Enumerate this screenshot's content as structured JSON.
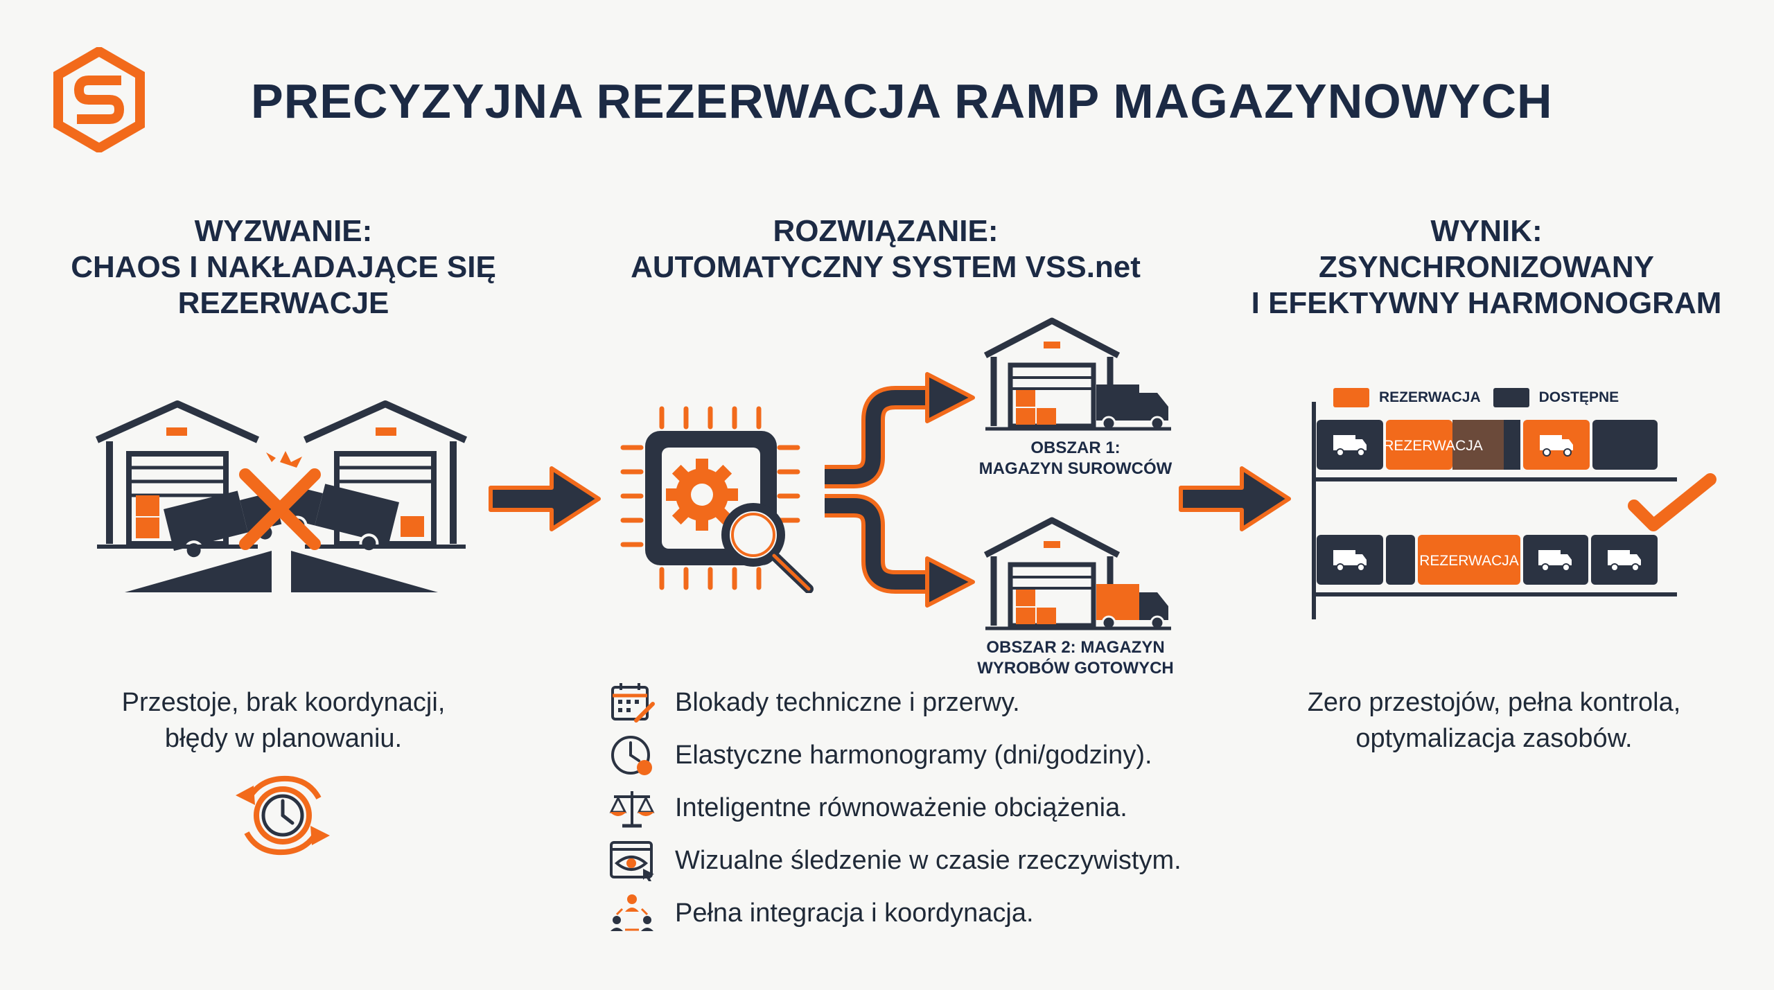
{
  "title": "PRECYZYJNA REZERWACJA RAMP MAGAZYNOWYCH",
  "colors": {
    "navy": "#2b3342",
    "orange": "#f26a1b",
    "background": "#f7f7f5"
  },
  "logo": {
    "icon": "hexagon-s-logo-icon"
  },
  "challenge": {
    "heading": [
      "WYZWANIE:",
      "CHAOS I NAKŁADAJĄCE SIĘ",
      "REZERWACJE"
    ],
    "description": [
      "Przestoje, brak koordynacji,",
      "błędy w planowaniu."
    ],
    "icons": [
      "two-warehouses-collision-icon",
      "clock-cycle-icon"
    ]
  },
  "solution": {
    "heading": [
      "ROZWIĄZANIE:",
      "AUTOMATYCZNY SYSTEM VSS.net"
    ],
    "icons": [
      "processor-gear-search-icon"
    ],
    "targets": [
      {
        "label": [
          "OBSZAR 1:",
          "MAGAZYN SUROWCÓW"
        ],
        "icon": "warehouse-truck-icon"
      },
      {
        "label": [
          "OBSZAR 2: MAGAZYN",
          "WYROBÓW GOTOWYCH"
        ],
        "icon": "warehouse-truck-icon"
      }
    ],
    "features": [
      {
        "icon": "calendar-tools-icon",
        "text": "Blokady techniczne i przerwy."
      },
      {
        "icon": "clock-icon",
        "text": "Elastyczne harmonogramy (dni/godziny)."
      },
      {
        "icon": "balance-scale-icon",
        "text": "Inteligentne równoważenie obciążenia."
      },
      {
        "icon": "eye-screen-icon",
        "text": "Wizualne śledzenie w czasie rzeczywistym."
      },
      {
        "icon": "team-network-icon",
        "text": "Pełna integracja i koordynacja."
      }
    ]
  },
  "result": {
    "heading": [
      "WYNIK:",
      "ZSYNCHRONIZOWANY",
      "I EFEKTYWNY HARMONOGRAM"
    ],
    "legend": [
      {
        "label": "REZERWACJA",
        "color": "#f26a1b"
      },
      {
        "label": "DOSTĘPNE",
        "color": "#2b3342"
      }
    ],
    "schedule": {
      "row1_reservation_label": "REZERWACJA",
      "row2_reservation_label": "REZERWACJA"
    },
    "description": [
      "Zero przestojów, pełna kontrola,",
      "optymalizacja zasobów."
    ],
    "icons": [
      "checkmark-icon"
    ]
  }
}
